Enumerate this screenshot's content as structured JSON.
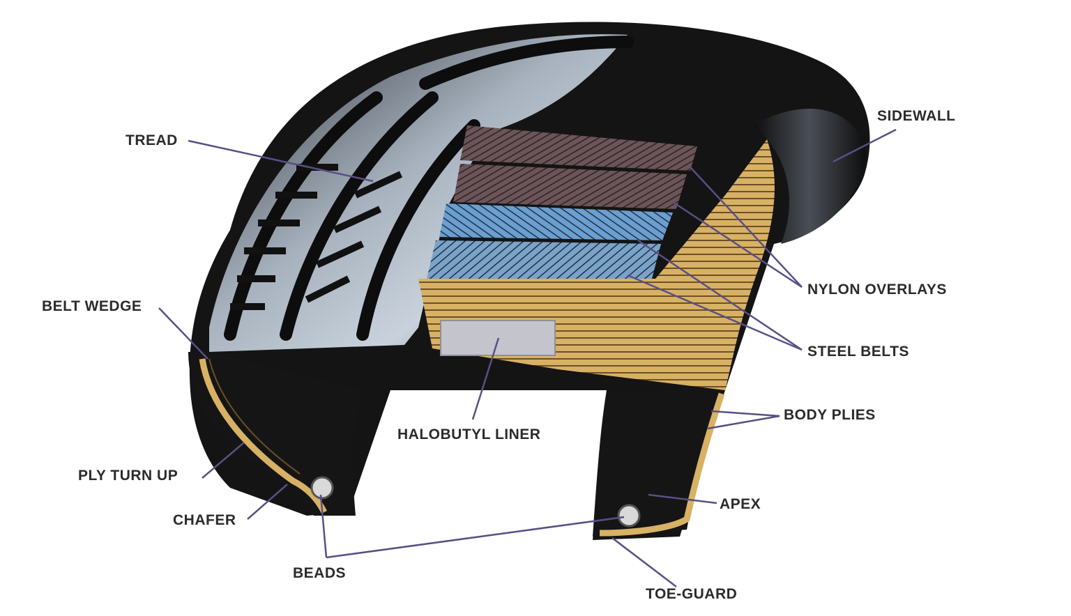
{
  "labels": {
    "tread": "TREAD",
    "sidewall": "SIDEWALL",
    "belt_wedge": "BELT WEDGE",
    "nylon_overlays": "NYLON OVERLAYS",
    "steel_belts": "STEEL BELTS",
    "body_plies": "BODY PLIES",
    "halobutyl_liner": "HALOBUTYL LINER",
    "ply_turn_up": "PLY TURN UP",
    "chafer": "CHAFER",
    "apex": "APEX",
    "beads": "BEADS",
    "toe_guard": "TOE-GUARD"
  },
  "colors": {
    "rubber": "#141414",
    "tread_highlight": "#9aa6b4",
    "nylon": "#6b5559",
    "steel": "#5b8fc0",
    "ply": "#d8b165",
    "liner": "#c4c4cc",
    "leader": "#5a4f86"
  }
}
